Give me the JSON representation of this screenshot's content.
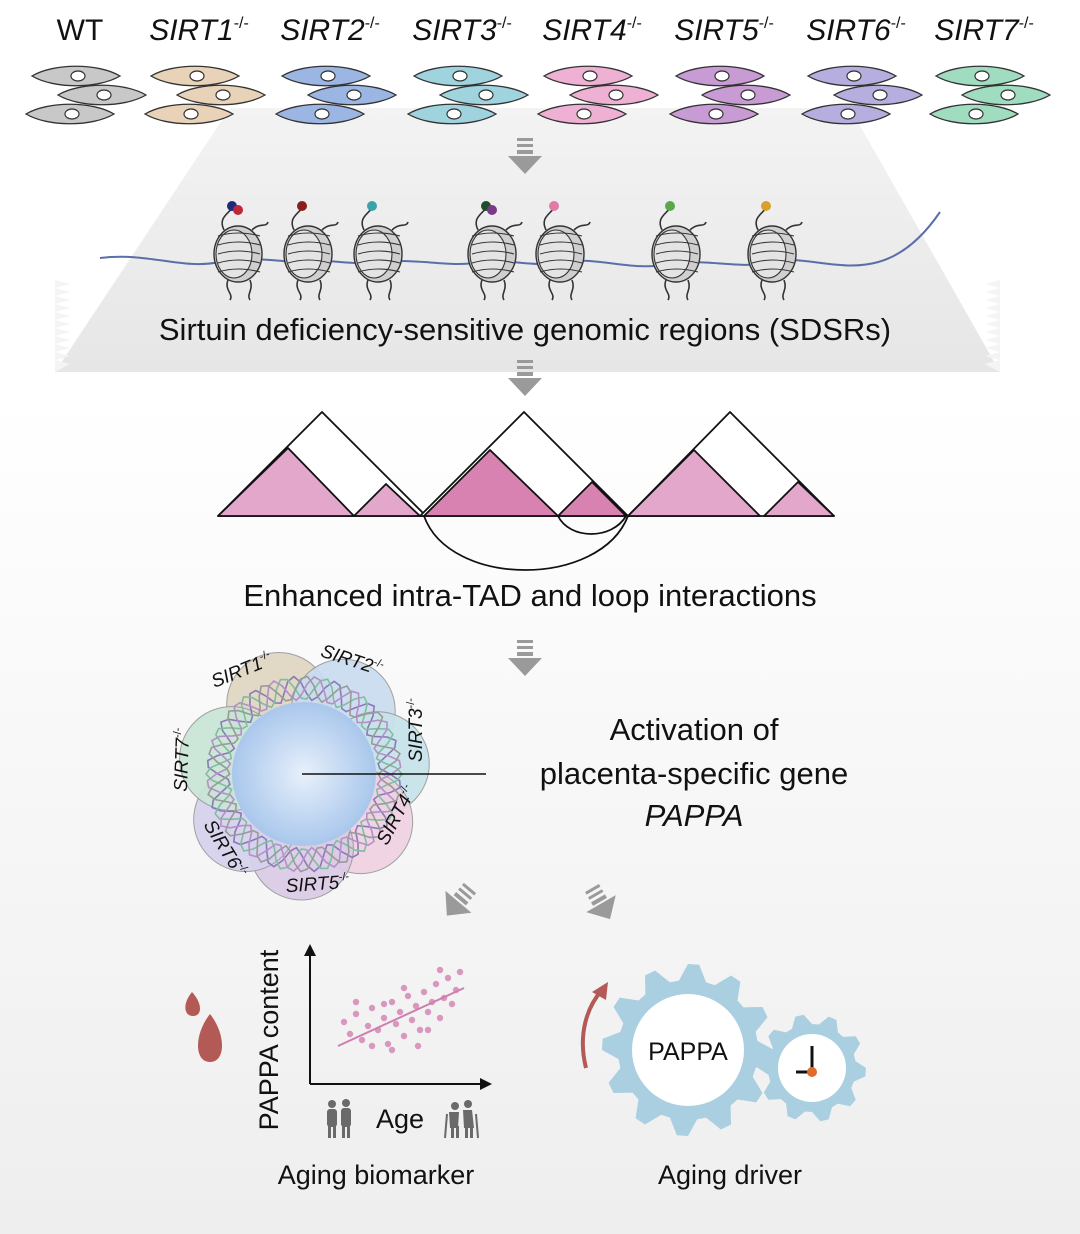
{
  "genotypes": [
    {
      "name": "WT",
      "italic": false,
      "sup": "",
      "color": "#c8c8c8"
    },
    {
      "name": "SIRT1",
      "italic": true,
      "sup": "-/-",
      "color": "#e8d2b8"
    },
    {
      "name": "SIRT2",
      "italic": true,
      "sup": "-/-",
      "color": "#9bb6e3"
    },
    {
      "name": "SIRT3",
      "italic": true,
      "sup": "-/-",
      "color": "#9fd3de"
    },
    {
      "name": "SIRT4",
      "italic": true,
      "sup": "-/-",
      "color": "#efb1d3"
    },
    {
      "name": "SIRT5",
      "italic": true,
      "sup": "-/-",
      "color": "#c89bd4"
    },
    {
      "name": "SIRT6",
      "italic": true,
      "sup": "-/-",
      "color": "#b7aee0"
    },
    {
      "name": "SIRT7",
      "italic": true,
      "sup": "-/-",
      "color": "#9fdcc0"
    }
  ],
  "step_labels": {
    "sdsr": "Sirtuin deficiency-sensitive genomic regions (SDSRs)",
    "tad": "Enhanced intra-TAD and loop interactions",
    "activation_line1": "Activation of",
    "activation_line2": "placenta-specific gene",
    "activation_gene": "PAPPA"
  },
  "ring_labels": [
    {
      "name": "SIRT1",
      "sup": "-/-"
    },
    {
      "name": "SIRT2",
      "sup": "-/-"
    },
    {
      "name": "SIRT3",
      "sup": "-/-"
    },
    {
      "name": "SIRT4",
      "sup": "-/-"
    },
    {
      "name": "SIRT5",
      "sup": "-/-"
    },
    {
      "name": "SIRT6",
      "sup": "-/-"
    },
    {
      "name": "SIRT7",
      "sup": "-/-"
    }
  ],
  "biomarker": {
    "ylabel": "PAPPA content",
    "xlabel": "Age",
    "caption": "Aging biomarker"
  },
  "driver": {
    "gear_label": "PAPPA",
    "caption": "Aging driver"
  },
  "colors": {
    "tad_pink": "#e3a7cc",
    "tad_pink_dark": "#d782b0",
    "dna_line": "#5a6ea8",
    "gear_blue": "#a9cfe0",
    "blood": "#b45a56",
    "scatter": "#cf7fae",
    "clock_hand": "#e06a2c",
    "arrow_gray": "#9a9a9a"
  }
}
